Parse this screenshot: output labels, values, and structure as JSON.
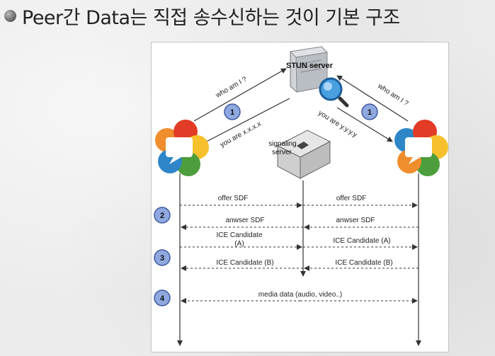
{
  "title": "Peer간 Data는 직접 송수신하는 것이 기본 구조",
  "diagram": {
    "stun_label": "STUN server",
    "who_am_i_left": "who am I ?",
    "who_am_i_right": "who am I ?",
    "you_are_left": "you are x.x.x.x",
    "you_are_right": "you are y.y.y.y",
    "signaling_label_line1": "signaling",
    "signaling_label_line2": "server",
    "step_1": "1",
    "step_2": "2",
    "step_3": "3",
    "step_4": "4",
    "offer_left": "offer SDF",
    "offer_right": "offer SDF",
    "answer_left": "anwser SDF",
    "answer_right": "anwser SDF",
    "ice_a_left_line1": "ICE Candidate",
    "ice_a_left_line2": "(A)",
    "ice_a_right": "ICE Candidate (A)",
    "ice_b_left": "ICE Candidate (B)",
    "ice_b_right": "ICE Candidate (B)",
    "media": "media data (audio, video..)",
    "colors": {
      "step_circle": "#8fa8e0",
      "logo_red": "#e23b26",
      "logo_yellow": "#f6c12d",
      "logo_green": "#4d9d3c",
      "logo_blue": "#2e86c8",
      "logo_orange": "#f08d2c"
    }
  }
}
